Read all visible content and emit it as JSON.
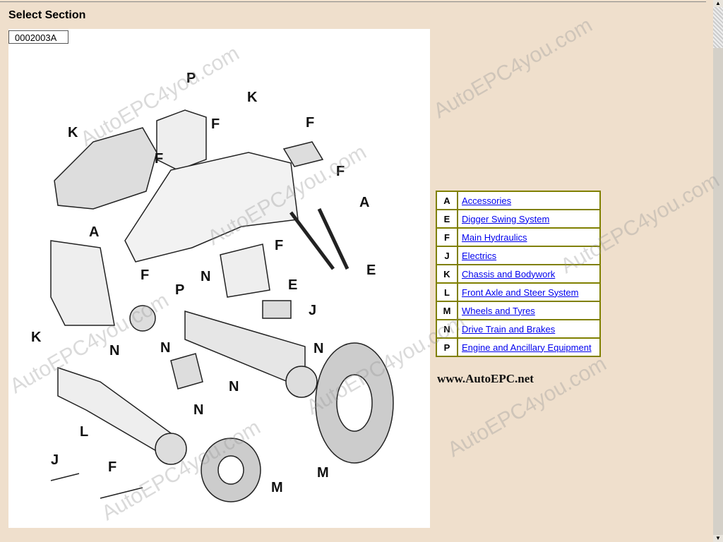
{
  "header": {
    "title": "Select Section"
  },
  "diagram": {
    "code": "0002003A",
    "callouts": [
      "P",
      "K",
      "K",
      "F",
      "F",
      "F",
      "F",
      "A",
      "A",
      "F",
      "F",
      "N",
      "E",
      "E",
      "P",
      "J",
      "K",
      "N",
      "N",
      "N",
      "N",
      "N",
      "L",
      "M",
      "J",
      "F",
      "M"
    ]
  },
  "sections": [
    {
      "letter": "A",
      "name": "Accessories"
    },
    {
      "letter": "E",
      "name": "Digger Swing System"
    },
    {
      "letter": "F",
      "name": "Main Hydraulics"
    },
    {
      "letter": "J",
      "name": "Electrics"
    },
    {
      "letter": "K",
      "name": "Chassis and Bodywork"
    },
    {
      "letter": "L",
      "name": "Front Axle and Steer System"
    },
    {
      "letter": "M",
      "name": "Wheels and Tyres"
    },
    {
      "letter": "N",
      "name": "Drive Train and Brakes"
    },
    {
      "letter": "P",
      "name": "Engine and Ancillary Equipment"
    }
  ],
  "footer": {
    "site": "www.AutoEPC.net"
  },
  "watermark": "AutoEPC4you.com",
  "scrollbar": {
    "position_fraction": 0.0
  }
}
